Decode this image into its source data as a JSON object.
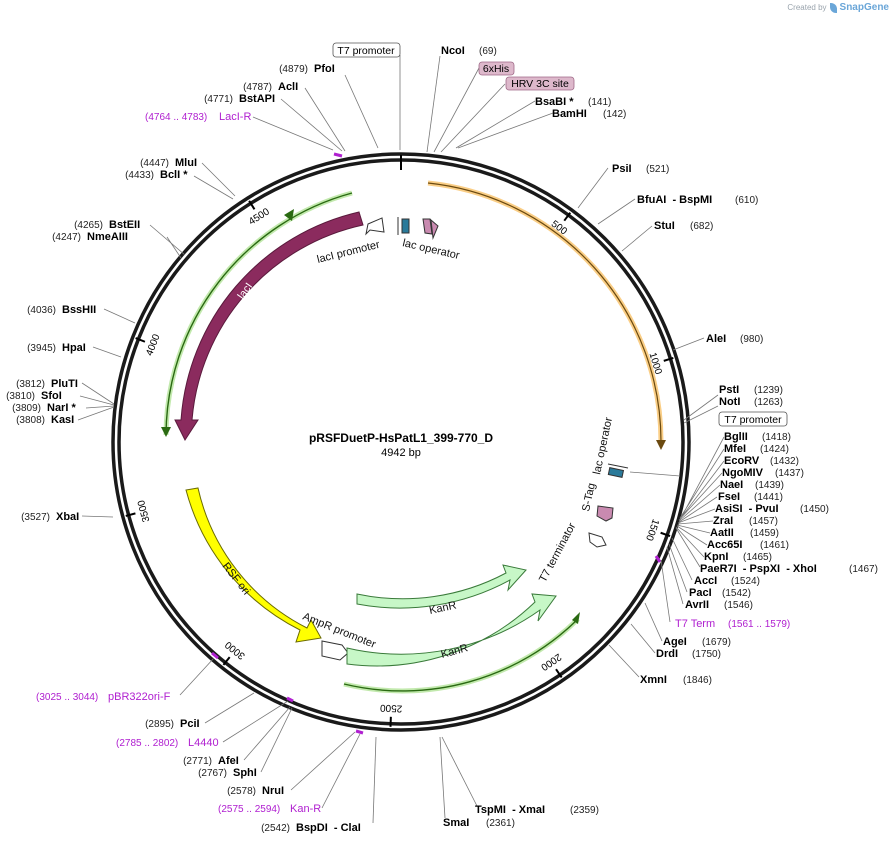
{
  "credit": {
    "created_by": "Created by",
    "brand": "SnapGene"
  },
  "title": "pRSFDuetP-HsPatL1_399-770_D",
  "subtitle": "4942 bp",
  "ticks": [
    "500",
    "1000",
    "1500",
    "2000",
    "2500",
    "3000",
    "3500",
    "4000",
    "4500"
  ],
  "sites": [
    {
      "name": "PfoI",
      "pos": "(4879)"
    },
    {
      "name": "AclI",
      "pos": "(4787)"
    },
    {
      "name": "BstAPI",
      "pos": "(4771)"
    },
    {
      "name": "MluI",
      "pos": "(4447)"
    },
    {
      "name": "BclI *",
      "pos": "(4433)"
    },
    {
      "name": "BstEII",
      "pos": "(4265)"
    },
    {
      "name": "NmeAIII",
      "pos": "(4247)"
    },
    {
      "name": "BssHII",
      "pos": "(4036)"
    },
    {
      "name": "HpaI",
      "pos": "(3945)"
    },
    {
      "name": "PluTI",
      "pos": "(3812)"
    },
    {
      "name": "SfoI",
      "pos": "(3810)"
    },
    {
      "name": "NarI *",
      "pos": "(3809)"
    },
    {
      "name": "KasI",
      "pos": "(3808)"
    },
    {
      "name": "XbaI",
      "pos": "(3527)"
    },
    {
      "name": "PciI",
      "pos": "(2895)"
    },
    {
      "name": "AfeI",
      "pos": "(2771)"
    },
    {
      "name": "SphI",
      "pos": "(2767)"
    },
    {
      "name": "NruI",
      "pos": "(2578)"
    },
    {
      "name": "BspDI  - ClaI",
      "pos": "(2542)"
    },
    {
      "name": "SmaI",
      "pos": "(2361)"
    },
    {
      "name": "TspMI  - XmaI",
      "pos": "(2359)"
    },
    {
      "name": "XmnI",
      "pos": "(1846)"
    },
    {
      "name": "DrdI",
      "pos": "(1750)"
    },
    {
      "name": "AgeI",
      "pos": "(1679)"
    },
    {
      "name": "AvrII",
      "pos": "(1546)"
    },
    {
      "name": "PacI",
      "pos": "(1542)"
    },
    {
      "name": "AccI",
      "pos": "(1524)"
    },
    {
      "name": "PaeR7I  - PspXI  - XhoI",
      "pos": "(1467)"
    },
    {
      "name": "KpnI",
      "pos": "(1465)"
    },
    {
      "name": "Acc65I",
      "pos": "(1461)"
    },
    {
      "name": "AatII",
      "pos": "(1459)"
    },
    {
      "name": "ZraI",
      "pos": "(1457)"
    },
    {
      "name": "AsiSI  - PvuI",
      "pos": "(1450)"
    },
    {
      "name": "FseI",
      "pos": "(1441)"
    },
    {
      "name": "NaeI",
      "pos": "(1439)"
    },
    {
      "name": "NgoMIV",
      "pos": "(1437)"
    },
    {
      "name": "EcoRV",
      "pos": "(1432)"
    },
    {
      "name": "MfeI",
      "pos": "(1424)"
    },
    {
      "name": "BglII",
      "pos": "(1418)"
    },
    {
      "name": "NotI",
      "pos": "(1263)"
    },
    {
      "name": "PstI",
      "pos": "(1239)"
    },
    {
      "name": "AleI",
      "pos": "(980)"
    },
    {
      "name": "StuI",
      "pos": "(682)"
    },
    {
      "name": "BfuAI  - BspMI",
      "pos": "(610)"
    },
    {
      "name": "PsiI",
      "pos": "(521)"
    },
    {
      "name": "BamHI",
      "pos": "(142)"
    },
    {
      "name": "BsaBI *",
      "pos": "(141)"
    },
    {
      "name": "NcoI",
      "pos": "(69)"
    }
  ],
  "primers": [
    {
      "name": "LacI-R",
      "range": "(4764 .. 4783)"
    },
    {
      "name": "pBR322ori-F",
      "range": "(3025 .. 3044)"
    },
    {
      "name": "L4440",
      "range": "(2785 .. 2802)"
    },
    {
      "name": "Kan-R",
      "range": "(2575 .. 2594)"
    },
    {
      "name": "T7 Term",
      "range": "(1561 .. 1579)"
    }
  ],
  "boxed_features": {
    "t7_promoter_top": "T7 promoter",
    "six_his": "6xHis",
    "hrv_3c": "HRV 3C site",
    "t7_promoter_right": "T7 promoter"
  },
  "inner_features": {
    "laci": "lacI",
    "laci_promoter": "lacI promoter",
    "lac_operator_top": "lac operator",
    "lac_operator_right": "lac operator",
    "s_tag": "S-Tag",
    "t7_terminator": "T7 terminator",
    "rsf_ori": "RSF ori",
    "ampr_promoter": "AmpR promoter",
    "kanr_1": "KanR",
    "kanr_2": "KanR"
  },
  "colors": {
    "backbone": "#1a1a1a",
    "laci": "#8b2b5e",
    "rsf_ori": "#ffff00",
    "kanr": "#c7f7c7",
    "orf_orange": "#f5a623",
    "orf_green": "#3a8a1a",
    "primer": "#b020d0",
    "lac_operator": "#2a7a9a",
    "tag_pink": "#c98ab0",
    "his_box": "#ddb8cb"
  }
}
